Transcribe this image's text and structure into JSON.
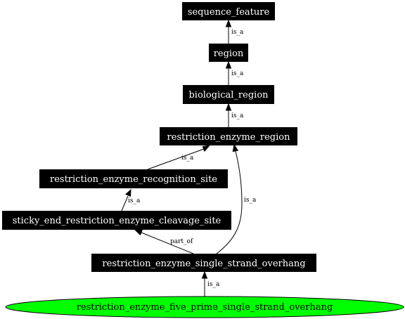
{
  "nodes": {
    "sequence_feature": "sequence_feature",
    "region": "region",
    "biological_region": "biological_region",
    "restriction_enzyme_region": "restriction_enzyme_region",
    "restriction_enzyme_recognition_site": "restriction_enzyme_recognition_site",
    "sticky_end_restriction_enzyme_cleavage_site": "sticky_end_restriction_enzyme_cleavage_site",
    "restriction_enzyme_single_strand_overhang": "restriction_enzyme_single_strand_overhang",
    "restriction_enzyme_five_prime_single_strand_overhang": "restriction_enzyme_five_prime_single_strand_overhang"
  },
  "edges": {
    "region_to_sequence_feature": "is_a",
    "biological_region_to_region": "is_a",
    "restriction_enzyme_region_to_biological_region": "is_a",
    "recognition_site_to_restriction_enzyme_region": "is_a",
    "sticky_end_to_recognition_site": "is_a",
    "overhang_to_sticky_end": "part_of",
    "overhang_to_restriction_enzyme_region": "is_a",
    "five_prime_to_overhang": "is_a"
  },
  "colors": {
    "node_box": "#000000",
    "node_text": "#ffffff",
    "highlight_fill": "#00ff00"
  }
}
